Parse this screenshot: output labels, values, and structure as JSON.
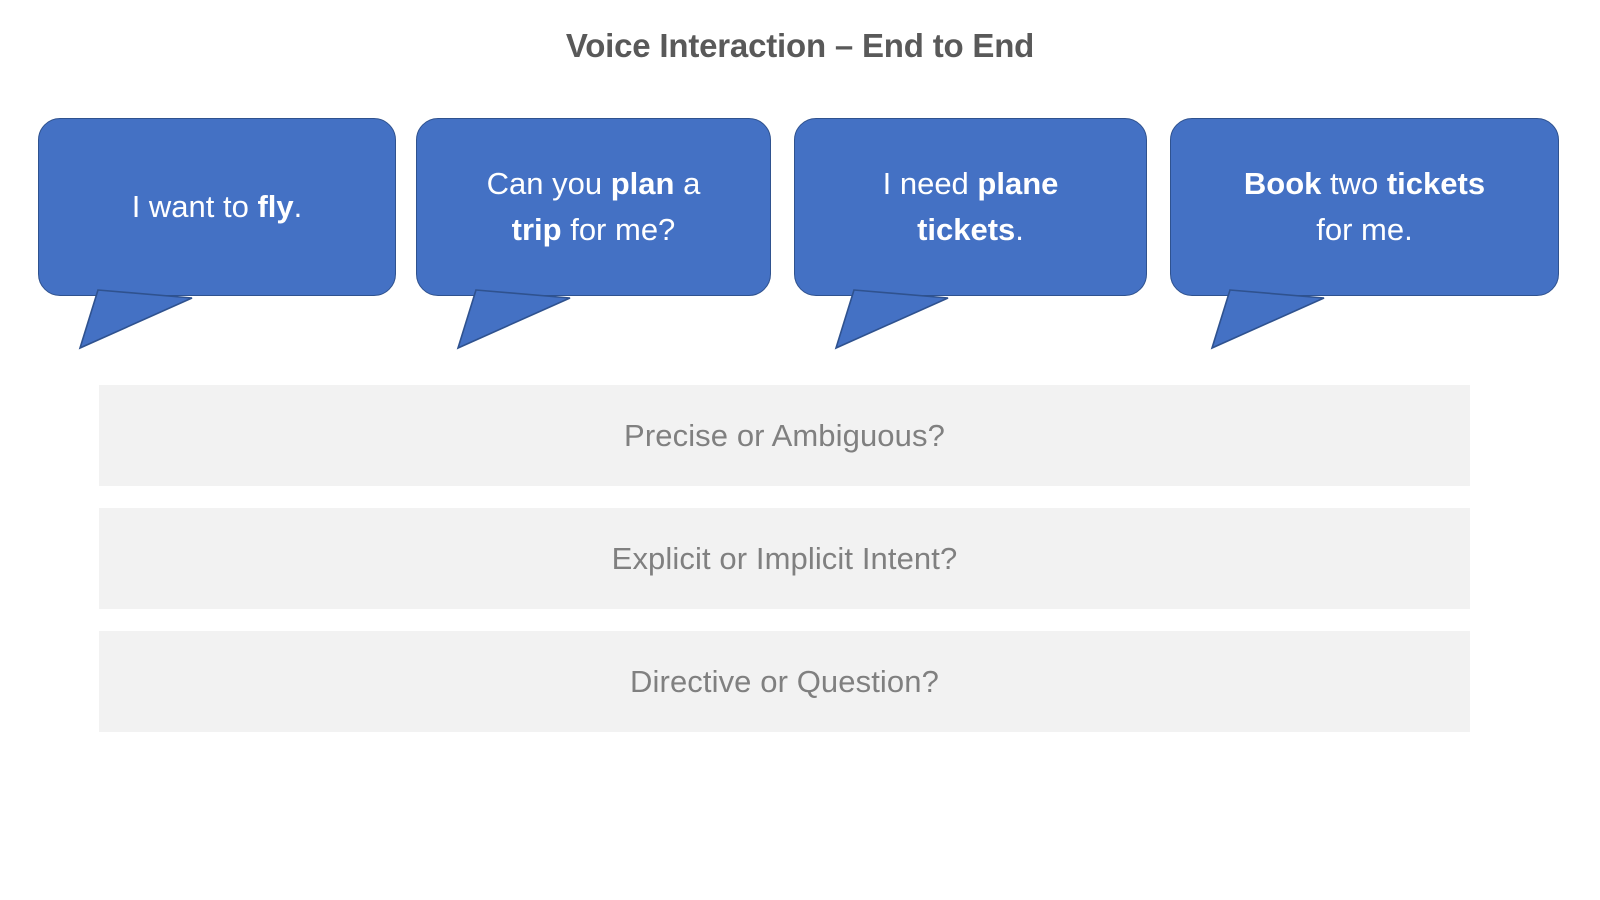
{
  "title": "Voice Interaction – End to End",
  "colors": {
    "bubble_fill": "#4471C4",
    "bubble_stroke": "#2F528F",
    "bubble_text": "#FFFFFF",
    "bar_fill": "#F2F2F2",
    "bar_text": "#808080",
    "title_text": "#595959",
    "background": "#FFFFFF"
  },
  "bubbles": [
    {
      "id": "bubble-fly",
      "lines": [
        [
          {
            "text": "I want to ",
            "bold": false
          },
          {
            "text": "fly",
            "bold": true
          },
          {
            "text": ".",
            "bold": false
          }
        ]
      ],
      "plain": "I want to fly."
    },
    {
      "id": "bubble-plan-trip",
      "lines": [
        [
          {
            "text": "Can you ",
            "bold": false
          },
          {
            "text": "plan",
            "bold": true
          },
          {
            "text": " a",
            "bold": false
          }
        ],
        [
          {
            "text": "trip",
            "bold": true
          },
          {
            "text": " for me?",
            "bold": false
          }
        ]
      ],
      "plain": "Can you plan a trip for me?"
    },
    {
      "id": "bubble-plane-tickets",
      "lines": [
        [
          {
            "text": "I need ",
            "bold": false
          },
          {
            "text": "plane",
            "bold": true
          }
        ],
        [
          {
            "text": "tickets",
            "bold": true
          },
          {
            "text": ".",
            "bold": false
          }
        ]
      ],
      "plain": "I need plane tickets."
    },
    {
      "id": "bubble-book-tickets",
      "lines": [
        [
          {
            "text": "Book",
            "bold": true
          },
          {
            "text": " two ",
            "bold": false
          },
          {
            "text": "tickets",
            "bold": true
          }
        ],
        [
          {
            "text": "for me.",
            "bold": false
          }
        ]
      ],
      "plain": "Book two tickets for me."
    }
  ],
  "question_bars": [
    {
      "id": "bar-precise-ambiguous",
      "label": "Precise or Ambiguous?"
    },
    {
      "id": "bar-explicit-implicit",
      "label": "Explicit or Implicit Intent?"
    },
    {
      "id": "bar-directive-question",
      "label": "Directive or Question?"
    }
  ]
}
